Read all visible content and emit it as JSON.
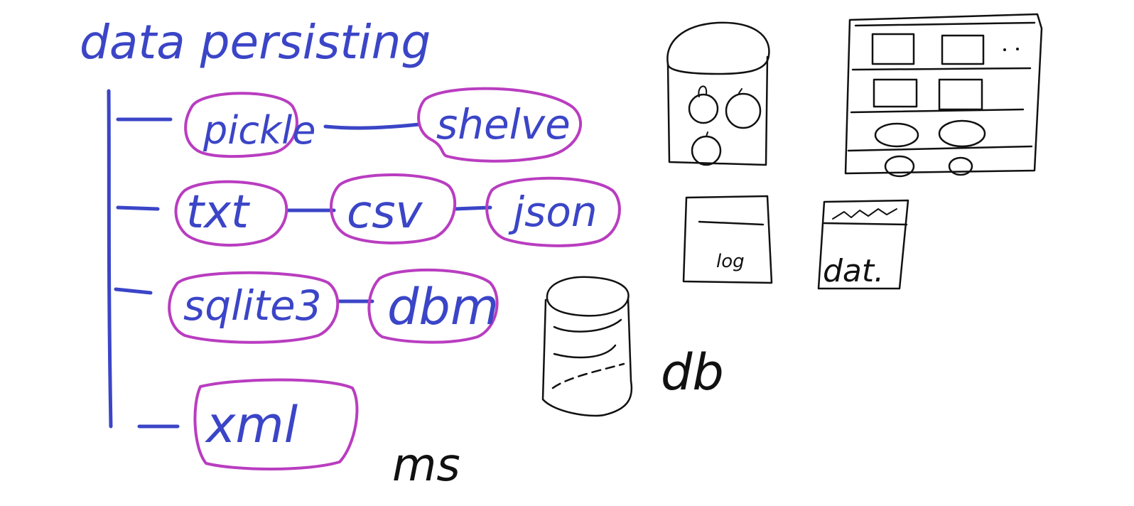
{
  "title": "data persisting",
  "nodes": {
    "pickle": "pickle",
    "shelve": "shelve",
    "txt": "txt",
    "csv": "csv",
    "json": "json",
    "sqlite3": "sqlite3",
    "dbm": "dbm",
    "xml": "xml"
  },
  "sketch_labels": {
    "log": "log",
    "dat": "dat.",
    "db": "db",
    "ms": "ms"
  },
  "colors": {
    "ink_blue": "#3b45c7",
    "ink_magenta": "#b93dc0",
    "ink_black": "#111111"
  }
}
